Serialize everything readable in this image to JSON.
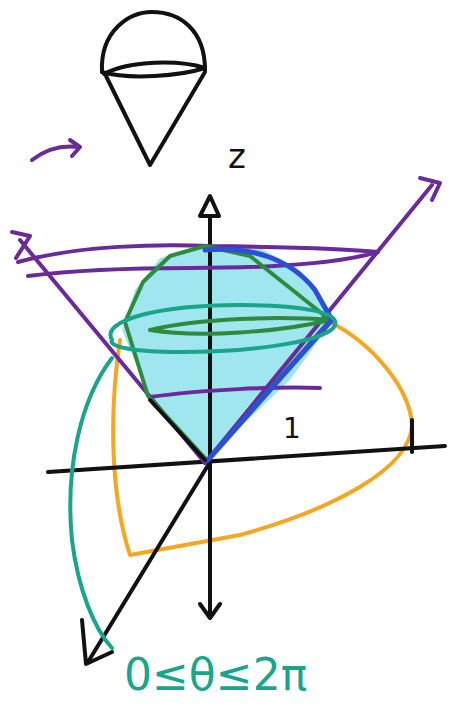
{
  "diagram": {
    "labels": [
      "z",
      "1",
      "0≤θ≤2π"
    ]
  }
}
